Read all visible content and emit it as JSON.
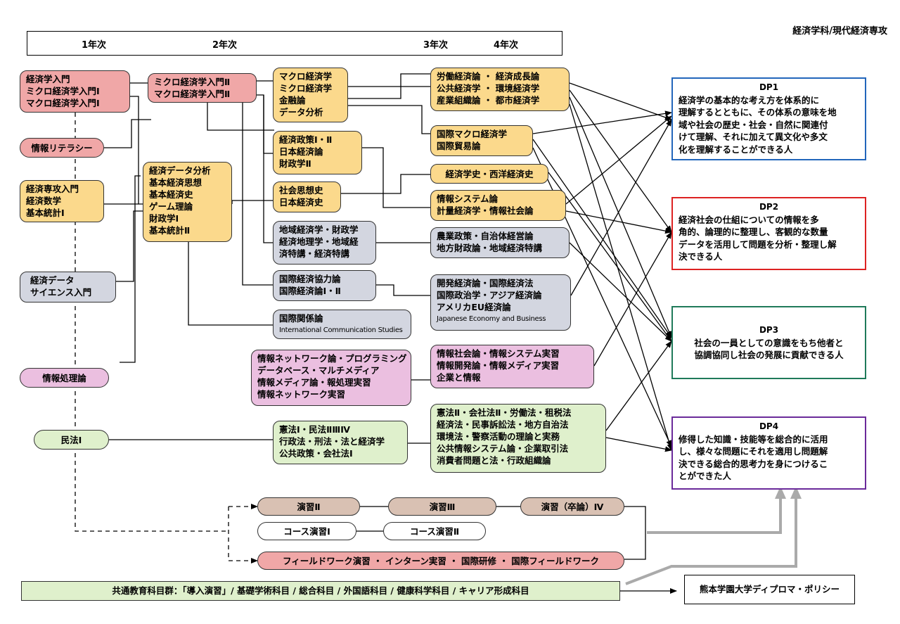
{
  "page_title": "経済学科/現代経済専攻",
  "years": [
    "1年次",
    "2年次",
    "3年次",
    "4年次"
  ],
  "boxes": {
    "intro": [
      "経済学入門",
      "ミクロ経済学入門Ⅰ",
      "マクロ経済学入門Ⅰ"
    ],
    "info_lit": [
      "情報リテラシー"
    ],
    "major_intro": [
      "経済専攻入門",
      "経済数学",
      "基本統計Ⅰ"
    ],
    "ds_intro": [
      "経済データ",
      "サイエンス入門"
    ],
    "info_proc": [
      "情報処理論"
    ],
    "civil_law": [
      "民法Ⅰ"
    ],
    "micro2": [
      "ミクロ経済学入門Ⅱ",
      "マクロ経済学入門Ⅱ"
    ],
    "data_analysis": [
      "経済データ分析",
      "基本経済思想",
      "基本経済史",
      "ゲーム理論",
      "財政学Ⅰ",
      "基本統計Ⅱ"
    ],
    "macro": [
      "マクロ経済学",
      "ミクロ経済学",
      "金融論",
      "データ分析"
    ],
    "policy": [
      "経済政策Ⅰ・Ⅱ",
      "日本経済論",
      "財政学Ⅱ"
    ],
    "social_thought": [
      "社会思想史",
      "日本経済史"
    ],
    "regional": [
      "地域経済学・財政学",
      "経済地理学・地域経",
      "済特講・経済特講"
    ],
    "intl_coop": [
      "国際経済協力論",
      "国際経済論Ⅰ・Ⅱ"
    ],
    "intl_rel": [
      "国際関係論",
      "International Communication Studies"
    ],
    "network": [
      "情報ネットワーク論・プログラミング",
      "データベース・マルチメディア",
      "情報メディア論・報処理実習",
      "情報ネットワーク実習"
    ],
    "const_law": [
      "憲法Ⅰ・民法ⅡⅢⅣ",
      "行政法・刑法・法と経済学",
      "公共政策・会社法Ⅰ"
    ],
    "labor": [
      "労働経済論 ・ 経済成長論",
      "公共経済学 ・ 環境経済学",
      "産業組織論 ・ 都市経済学"
    ],
    "intl_macro": [
      "国際マクロ経済学",
      "国際貿易論"
    ],
    "history": [
      "経済学史・西洋経済史"
    ],
    "info_system": [
      "情報システム論",
      "計量経済学・情報社会論"
    ],
    "agri": [
      "農業政策・自治体経営論",
      "地方財政論・地域経済特講"
    ],
    "development": [
      "開発経済論・国際経済法",
      "国際政治学・アジア経済論",
      "アメリカEU経済論",
      "Japanese Economy and Business"
    ],
    "info_society": [
      "情報社会論・情報システム実習",
      "情報開発論・情報メディア実習",
      "企業と情報"
    ],
    "law_adv": [
      "憲法Ⅱ・会社法Ⅱ・労働法・租税法",
      "経済法・民事訴訟法・地方自治法",
      "環境法・警察活動の理論と実務",
      "公共情報システム論・企業取引法",
      "消費者問題と法・行政組織論"
    ],
    "seminar2": [
      "演習Ⅱ"
    ],
    "seminar3": [
      "演習Ⅲ"
    ],
    "seminar4": [
      "演習（卒論）Ⅳ"
    ],
    "course1": [
      "コース演習Ⅰ"
    ],
    "course2": [
      "コース演習Ⅱ"
    ],
    "fieldwork": [
      "フィールドワーク演習 ・ インターン実習 ・ 国際研修 ・ 国際フィールドワーク"
    ]
  },
  "dp": [
    {
      "title": "DP1",
      "color": "#2266bb",
      "lines": [
        "経済学の基本的な考え方を体系的に",
        "理解するとともに、その体系の意味を地",
        "域や社会の歴史・社会・自然に関連付",
        "けて理解、それに加えて異文化や多文",
        "化を理解することができる人"
      ]
    },
    {
      "title": "DP2",
      "color": "#dd2222",
      "lines": [
        "経済社会の仕組についての情報を多",
        "角的、論理的に整理し、客観的な数量",
        "データを活用して問題を分析・整理し解",
        "決できる人"
      ]
    },
    {
      "title": "DP3",
      "color": "#1f7a5a",
      "lines": [
        "社会の一員としての意識をもち他者と",
        "協調協同し社会の発展に貢献できる人"
      ]
    },
    {
      "title": "DP4",
      "color": "#6a2a9a",
      "lines": [
        "修得した知識・技能等を総合的に活用",
        "し、様々な問題にそれを適用し問題解",
        "決できる総合的思考力を身につけるこ",
        "とができた人"
      ]
    }
  ],
  "common_subjects": "共通教育科目群：「導入演習」/ 基礎学術科目 / 総合科目 / 外国語科目 / 健康科学科目 / キャリア形成科目",
  "policy_label": "熊本学園大学ディプロマ・ポリシー"
}
